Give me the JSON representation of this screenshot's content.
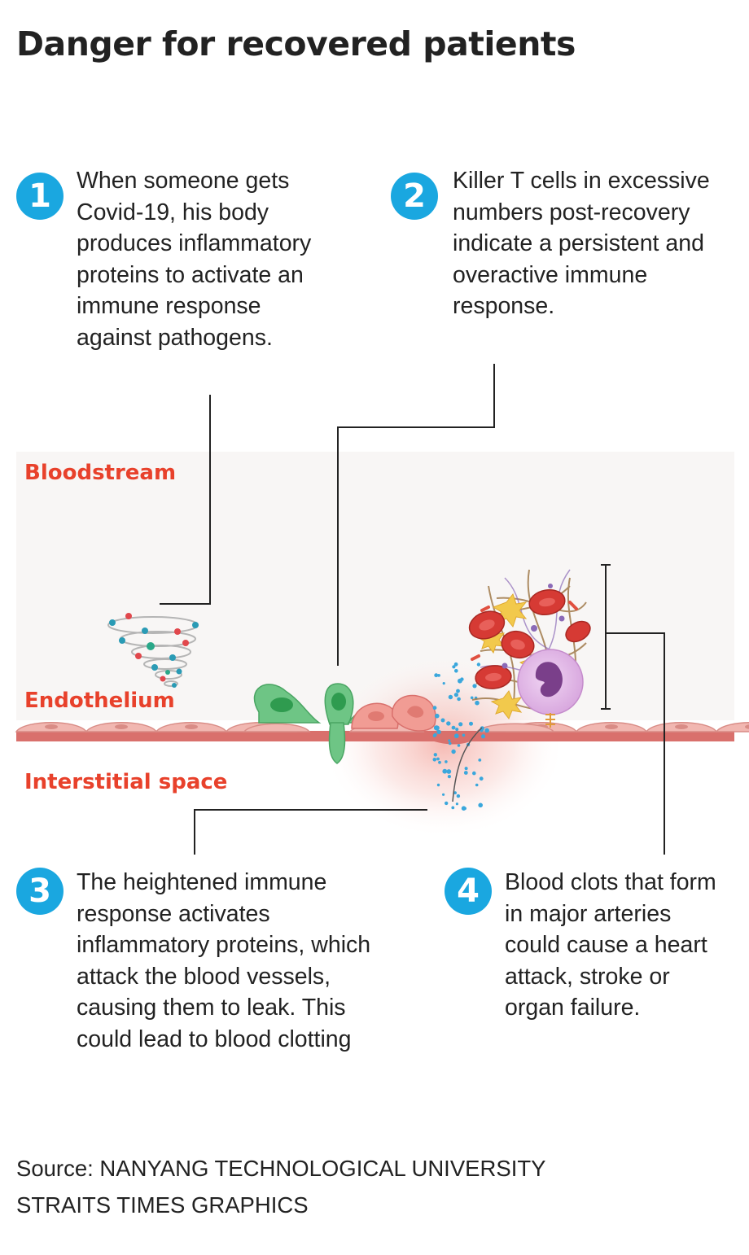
{
  "title": "Danger for recovered patients",
  "steps": [
    {
      "number": "1",
      "text": "When someone gets Covid-19, his body produces inflammatory proteins to activate an immune response against pathogens."
    },
    {
      "number": "2",
      "text": "Killer T cells in excessive numbers post-recovery indicate a persistent and overactive immune response."
    },
    {
      "number": "3",
      "text": "The heightened immune response activates inflammatory proteins, which attack the blood vessels, causing them to leak. This could lead to blood clotting"
    },
    {
      "number": "4",
      "text": "Blood clots that form in major arteries could cause a heart attack, stroke or organ failure."
    }
  ],
  "regions": {
    "bloodstream": "Bloodstream",
    "endothelium": "Endothelium",
    "interstitial": "Interstitial space"
  },
  "source": "Source: NANYANG TECHNOLOGICAL UNIVERSITY",
  "credit": "STRAITS TIMES GRAPHICS",
  "colors": {
    "accent": "#1aa7e0",
    "region_label": "#e8412b",
    "bloodstream_bg": "#f8f6f5",
    "endothelium": "#eda7a2",
    "vessel_wall": "#d9706c",
    "t_cell_green": "#5cbd75",
    "red_blood_cell": "#d63a34",
    "platelet": "#f2c94c",
    "white_blood_cell": "#d9a9df",
    "leak_dots": "#3aa7dc"
  }
}
